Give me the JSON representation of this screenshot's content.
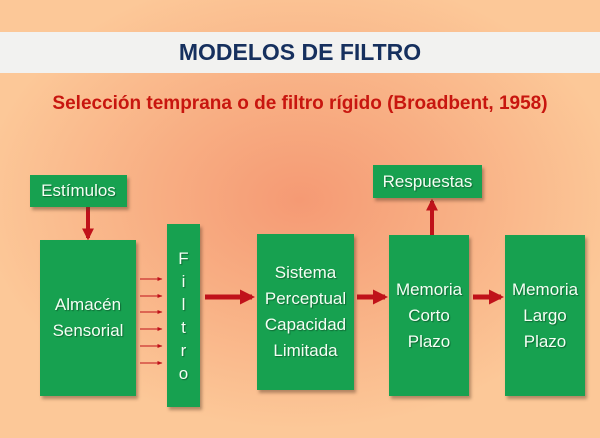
{
  "title": "MODELOS DE FILTRO",
  "subtitle": "Selección temprana o de filtro rígido (Broadbent, 1958)",
  "boxes": {
    "estimulos": "Estímulos",
    "respuestas": "Respuestas",
    "almacen": "Almacén\nSensorial",
    "filtro": "F\ni\nl\nt\nr\no",
    "sistema": "Sistema\nPerceptual\nCapacidad\nLimitada",
    "memoria_corto": "Memoria\nCorto\nPlazo",
    "memoria_largo": "Memoria\nLargo\nPlazo"
  },
  "colors": {
    "box": "#17a150",
    "arrow": "#c0121a",
    "title": "#16305e",
    "subtitle": "#c8160f"
  }
}
